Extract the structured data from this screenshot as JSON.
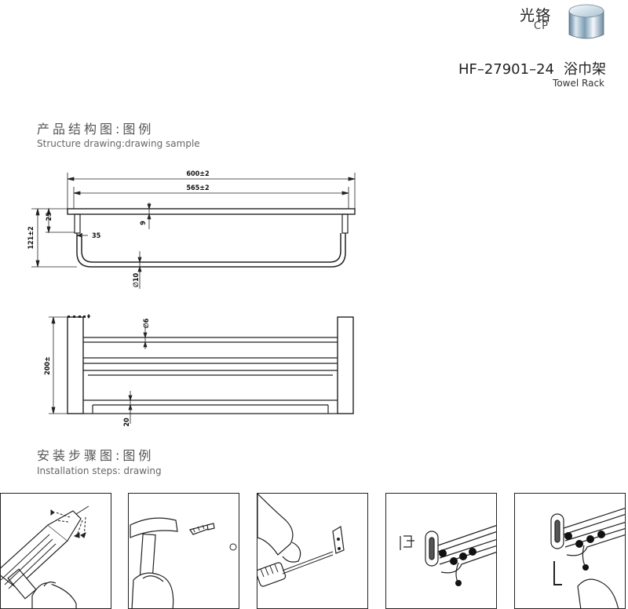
{
  "finish": {
    "name": "光铬",
    "code": "CP"
  },
  "product": {
    "model": "HF–27901–24",
    "name_cn": "浴巾架",
    "name_en": "Towel Rack"
  },
  "structure": {
    "title_cn": "产品结构图:图例",
    "title_en": "Structure drawing:drawing sample"
  },
  "install": {
    "title_cn": "安装步骤图:图例",
    "title_en": "Installation steps: drawing"
  },
  "dimensions": {
    "overall_width": "600±2",
    "inner_width": "565±2",
    "height": "121±2",
    "bracket_height": "25",
    "thickness": "9",
    "offset": "35",
    "tube_diameter": "∅10",
    "rod_diameter": "∅6",
    "depth": "200±",
    "base": "20"
  },
  "colors": {
    "line": "#222222",
    "chrome": "#8fb0c8"
  }
}
